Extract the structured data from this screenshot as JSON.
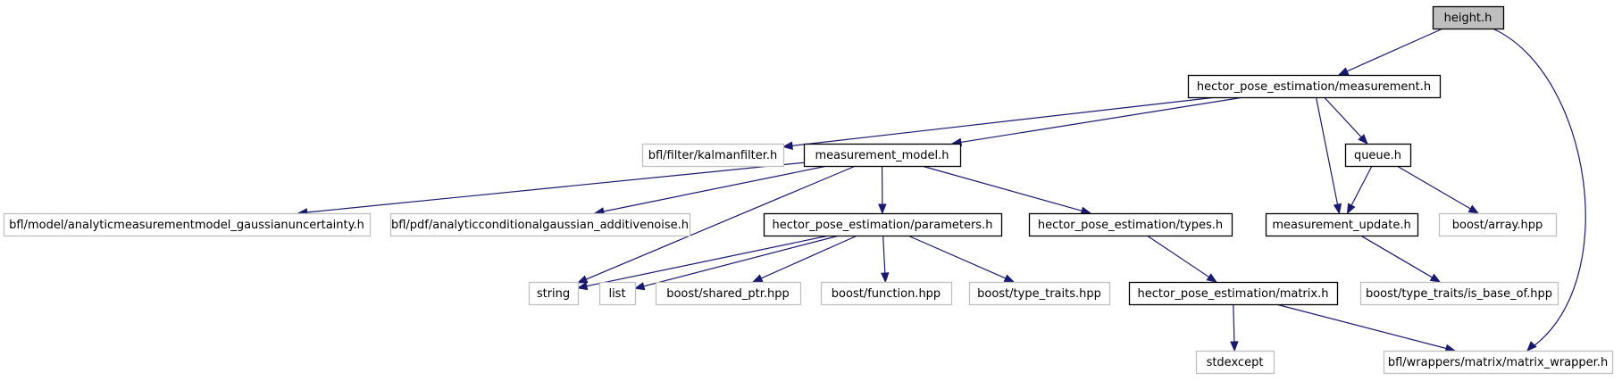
{
  "colors": {
    "edge": "#191970",
    "root_fill": "#bfbfbf",
    "solid_border": "#000000",
    "external_border": "#bfbfbf",
    "background": "#ffffff"
  },
  "nodes": [
    {
      "id": "height_h",
      "label": "height.h",
      "kind": "root"
    },
    {
      "id": "measurement_h",
      "label": "hector_pose_estimation/measurement.h",
      "kind": "solid"
    },
    {
      "id": "kalmanfilter_h",
      "label": "bfl/filter/kalmanfilter.h",
      "kind": "external"
    },
    {
      "id": "measurement_model_h",
      "label": "measurement_model.h",
      "kind": "solid"
    },
    {
      "id": "queue_h",
      "label": "queue.h",
      "kind": "solid"
    },
    {
      "id": "analyticmeasurementmodel_h",
      "label": "bfl/model/analyticmeasurementmodel_gaussianuncertainty.h",
      "kind": "external"
    },
    {
      "id": "analyticconditionalgaussian_h",
      "label": "bfl/pdf/analyticconditionalgaussian_additivenoise.h",
      "kind": "external"
    },
    {
      "id": "parameters_h",
      "label": "hector_pose_estimation/parameters.h",
      "kind": "solid"
    },
    {
      "id": "types_h",
      "label": "hector_pose_estimation/types.h",
      "kind": "solid"
    },
    {
      "id": "measurement_update_h",
      "label": "measurement_update.h",
      "kind": "solid"
    },
    {
      "id": "boost_array_hpp",
      "label": "boost/array.hpp",
      "kind": "external"
    },
    {
      "id": "string",
      "label": "string",
      "kind": "external"
    },
    {
      "id": "list",
      "label": "list",
      "kind": "external"
    },
    {
      "id": "boost_shared_ptr_hpp",
      "label": "boost/shared_ptr.hpp",
      "kind": "external"
    },
    {
      "id": "boost_function_hpp",
      "label": "boost/function.hpp",
      "kind": "external"
    },
    {
      "id": "boost_type_traits_hpp",
      "label": "boost/type_traits.hpp",
      "kind": "external"
    },
    {
      "id": "matrix_h",
      "label": "hector_pose_estimation/matrix.h",
      "kind": "solid"
    },
    {
      "id": "is_base_of_hpp",
      "label": "boost/type_traits/is_base_of.hpp",
      "kind": "external"
    },
    {
      "id": "stdexcept",
      "label": "stdexcept",
      "kind": "external"
    },
    {
      "id": "matrix_wrapper_h",
      "label": "bfl/wrappers/matrix/matrix_wrapper.h",
      "kind": "external"
    }
  ],
  "edges": [
    {
      "from": "height_h",
      "to": "measurement_h"
    },
    {
      "from": "height_h",
      "to": "matrix_wrapper_h"
    },
    {
      "from": "measurement_h",
      "to": "kalmanfilter_h"
    },
    {
      "from": "measurement_h",
      "to": "measurement_model_h"
    },
    {
      "from": "measurement_h",
      "to": "queue_h"
    },
    {
      "from": "measurement_h",
      "to": "measurement_update_h"
    },
    {
      "from": "measurement_model_h",
      "to": "analyticmeasurementmodel_h"
    },
    {
      "from": "measurement_model_h",
      "to": "analyticconditionalgaussian_h"
    },
    {
      "from": "measurement_model_h",
      "to": "parameters_h"
    },
    {
      "from": "measurement_model_h",
      "to": "types_h"
    },
    {
      "from": "measurement_model_h",
      "to": "string"
    },
    {
      "from": "queue_h",
      "to": "measurement_update_h"
    },
    {
      "from": "queue_h",
      "to": "boost_array_hpp"
    },
    {
      "from": "parameters_h",
      "to": "string"
    },
    {
      "from": "parameters_h",
      "to": "list"
    },
    {
      "from": "parameters_h",
      "to": "boost_shared_ptr_hpp"
    },
    {
      "from": "parameters_h",
      "to": "boost_function_hpp"
    },
    {
      "from": "parameters_h",
      "to": "boost_type_traits_hpp"
    },
    {
      "from": "types_h",
      "to": "matrix_h"
    },
    {
      "from": "measurement_update_h",
      "to": "is_base_of_hpp"
    },
    {
      "from": "matrix_h",
      "to": "stdexcept"
    },
    {
      "from": "matrix_h",
      "to": "matrix_wrapper_h"
    }
  ]
}
